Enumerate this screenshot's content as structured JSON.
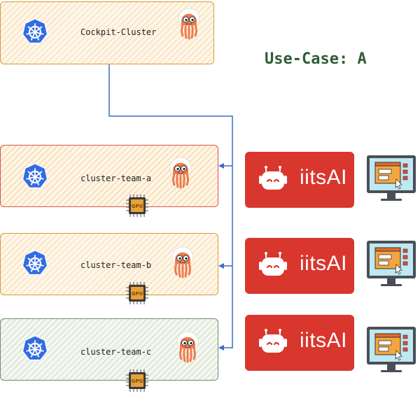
{
  "title": "Use-Case: A",
  "clusters": [
    {
      "label": "Cockpit-Cluster"
    },
    {
      "label": "cluster-team-a"
    },
    {
      "label": "cluster-team-b"
    },
    {
      "label": "cluster-team-c"
    }
  ],
  "brand": {
    "name": "iitsAI"
  },
  "chip_label": "GPU",
  "icons": [
    "kubernetes-icon",
    "argo-octopus-icon",
    "gpu-chip-icon",
    "robot-icon",
    "monitor-icon"
  ],
  "colors": {
    "brand_red": "#d9362e",
    "kubernetes_blue": "#326ce5",
    "connector_blue": "#3b6fc4",
    "title_green": "#2e5d34",
    "orange_border": "#d89a3a",
    "red_border": "#d9534f",
    "green_border": "#6e8f6a"
  }
}
